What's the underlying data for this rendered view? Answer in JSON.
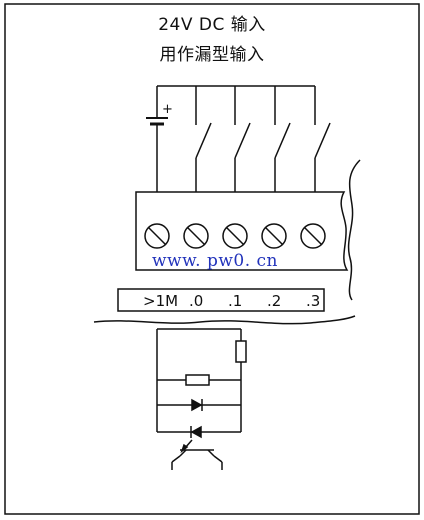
{
  "title": {
    "line1": "24V DC 输入",
    "line2": "用作漏型输入"
  },
  "supply": {
    "plus_sign": "+"
  },
  "terminal_block": {
    "screw_count": 5,
    "watermark": "www. pw0. cn"
  },
  "label_strip": {
    "labels": [
      ">1M",
      ".0",
      ".1",
      ".2",
      ".3"
    ]
  },
  "input_circuit": {
    "components": [
      "resistor",
      "resistor",
      "diode",
      "led",
      "phototransistor"
    ]
  },
  "icons": {
    "battery": "battery-icon",
    "switch": "switch-icon",
    "screw": "screw-terminal-icon",
    "resistor": "resistor-icon",
    "diode": "diode-icon",
    "led": "led-icon",
    "phototransistor": "phototransistor-icon"
  },
  "colors": {
    "line": "#111111",
    "watermark": "#2233bb",
    "background": "#ffffff"
  }
}
